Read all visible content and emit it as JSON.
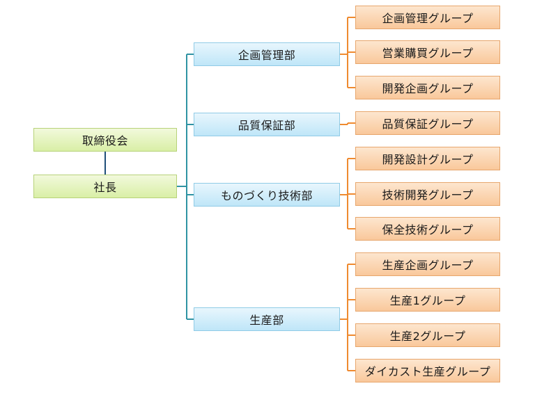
{
  "colors": {
    "exec_line": "#1f4e79",
    "dept_line": "#2f93a3",
    "group_line": "#ef8a2f"
  },
  "board": "取締役会",
  "president": "社長",
  "departments": [
    {
      "name": "企画管理部",
      "groups": [
        "企画管理グループ",
        "営業購買グループ",
        "開発企画グループ"
      ]
    },
    {
      "name": "品質保証部",
      "groups": [
        "品質保証グループ"
      ]
    },
    {
      "name": "ものづくり技術部",
      "groups": [
        "開発設計グループ",
        "技術開発グループ",
        "保全技術グループ"
      ]
    },
    {
      "name": "生産部",
      "groups": [
        "生産企画グループ",
        "生産1グループ",
        "生産2グループ",
        "ダイカスト生産グループ"
      ]
    }
  ]
}
